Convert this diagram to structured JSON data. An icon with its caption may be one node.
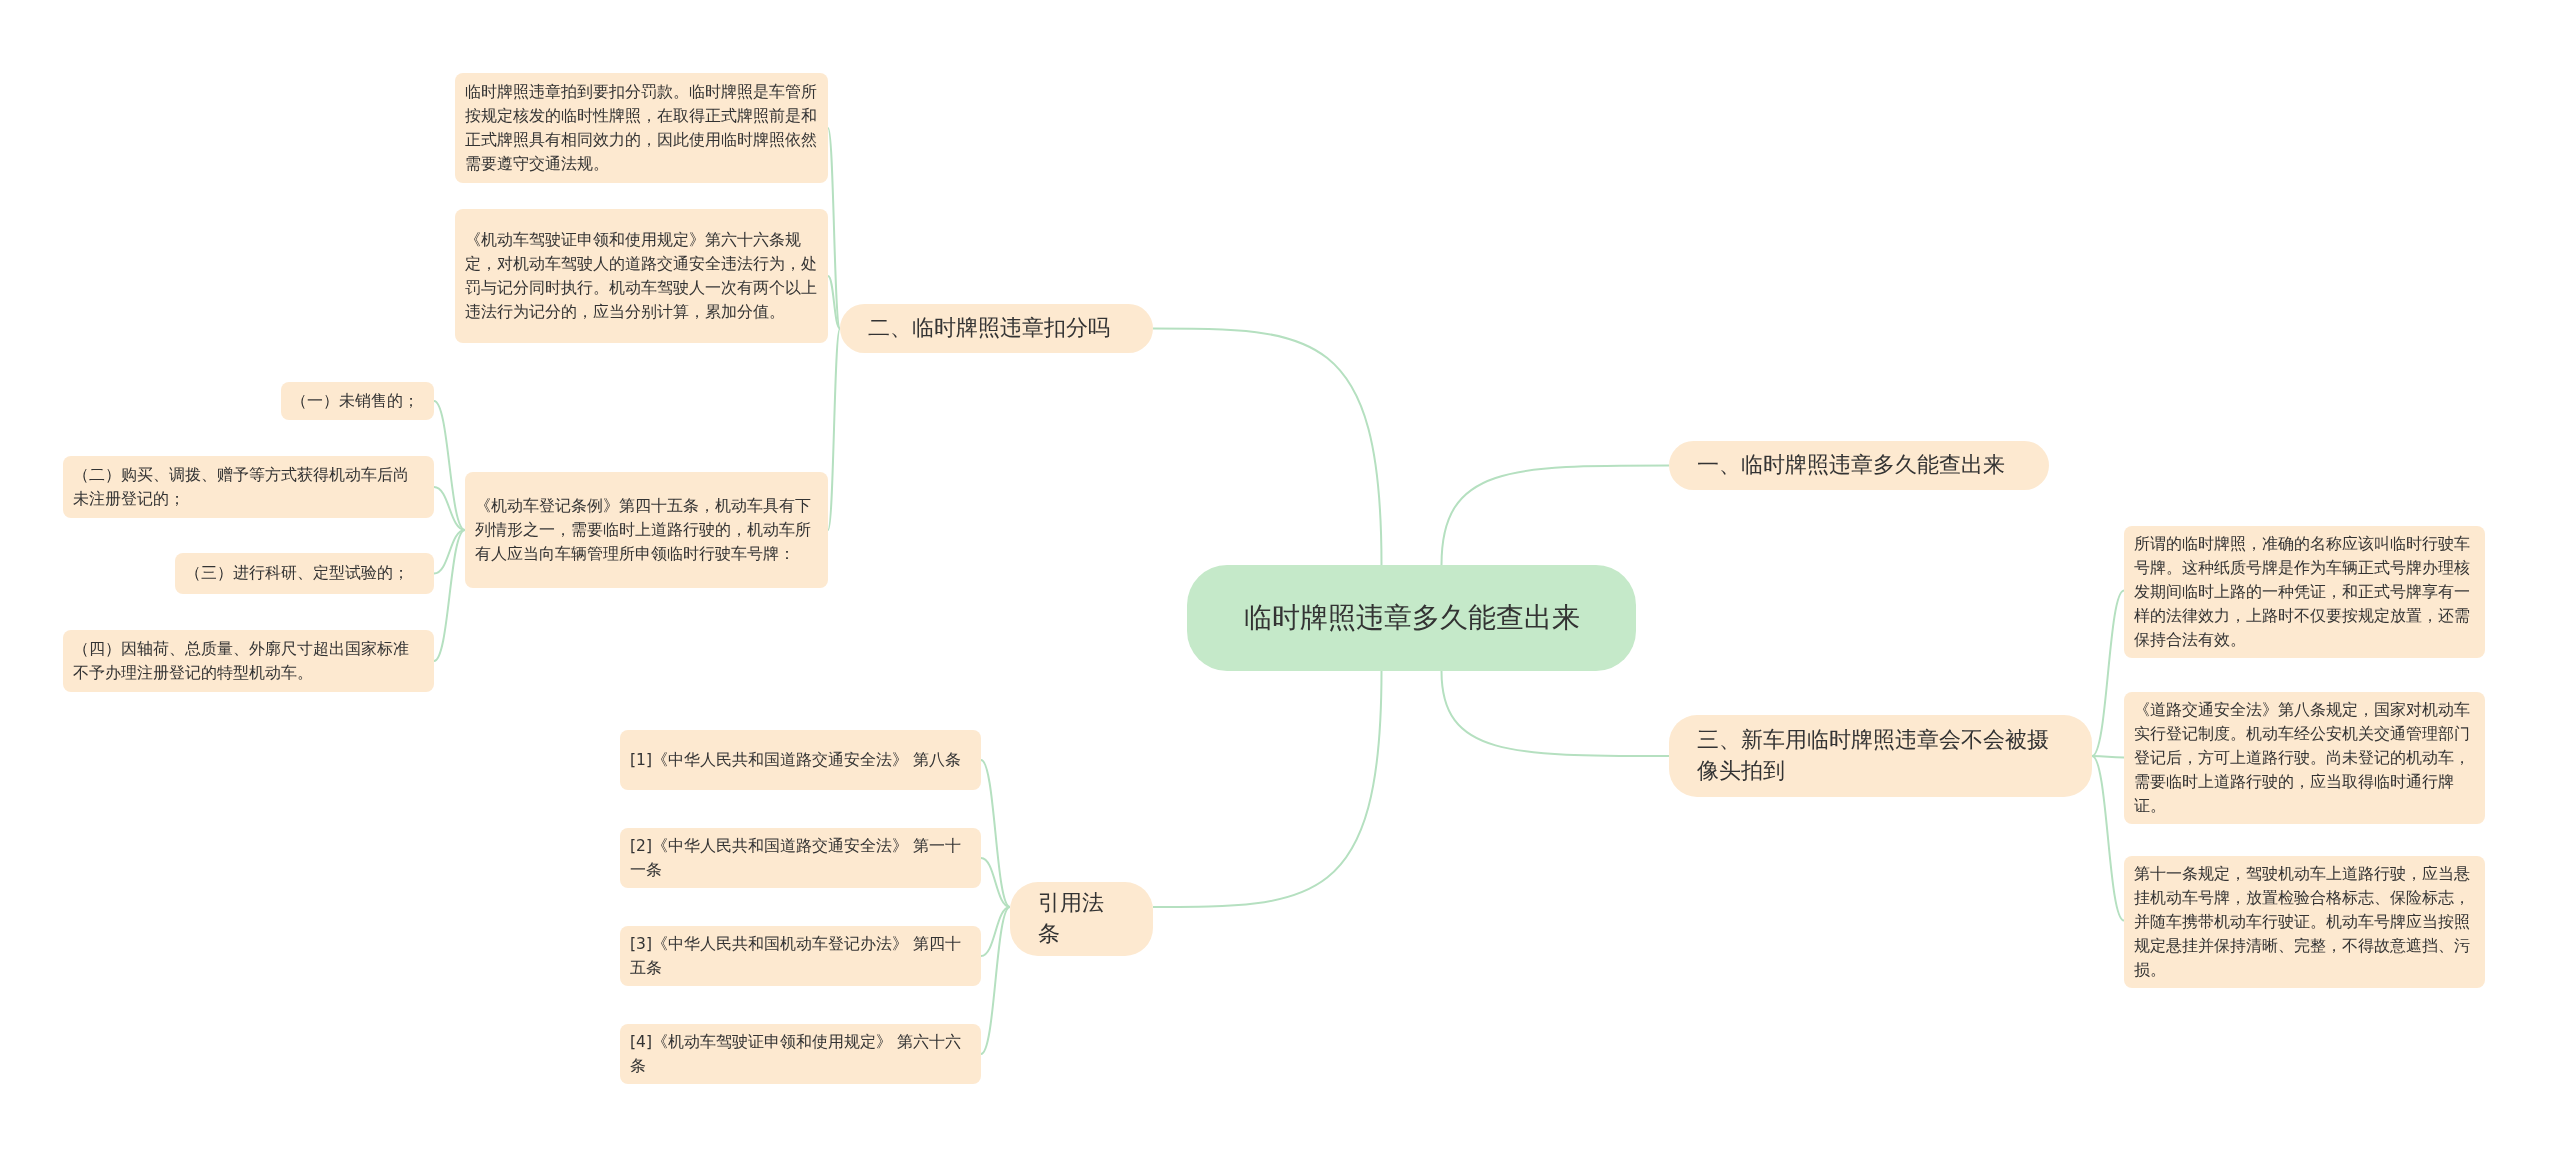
{
  "diagram": {
    "nodes": [
      {
        "text": [
          "临时牌照违章多久能查出来"
        ]
      },
      {
        "text": [
          "一、临时牌照违章多久能查出来"
        ]
      },
      {
        "text": [
          "二、临时牌照违章扣分吗"
        ]
      },
      {
        "text": [
          "临时牌照违章拍到要扣分罚款。临时牌照是车管所按规定核发的临时性牌照，在取得正式牌照前是和正式牌照具有相同效力的，因此使用临时牌照依然需要遵守交通法规。"
        ]
      },
      {
        "text": [
          "《机动车驾驶证申领和使用规定》第六十六条规定，对机动车驾驶人的道路交通安全违法行为，处罚与记分同时执行。机动车驾驶人一次有两个以上违法行为记分的，应当分别计算，累加分值。"
        ]
      },
      {
        "text": [
          "《机动车登记条例》第四十五条，机动车具有下列情形之一，需要临时上道路行驶的，机动车所有人应当向车辆管理所申领临时行驶车号牌："
        ]
      },
      {
        "text": [
          "（一）未销售的；"
        ]
      },
      {
        "text": [
          "（二）购买、调拨、赠予等方式获得机动车后尚未注册登记的；"
        ]
      },
      {
        "text": [
          "（三）进行科研、定型试验的；"
        ]
      },
      {
        "text": [
          "（四）因轴荷、总质量、外廓尺寸超出国家标准不予办理注册登记的特型机动车。"
        ]
      },
      {
        "text": [
          "三、新车用临时牌照违章会不会被摄像头拍到"
        ]
      },
      {
        "text": [
          "所谓的临时牌照，准确的名称应该叫临时行驶车号牌。这种纸质号牌是作为车辆正式号牌办理核发期间临时上路的一种凭证，和正式号牌享有一样的法律效力，上路时不仅要按规定放置，还需保持合法有效。"
        ]
      },
      {
        "text": [
          "《道路交通安全法》第八条规定，国家对机动车实行登记制度。机动车经公安机关交通管理部门登记后，方可上道路行驶。尚未登记的机动车，需要临时上道路行驶的，应当取得临时通行牌证。"
        ]
      },
      {
        "text": [
          "第十一条规定，驾驶机动车上道路行驶，应当悬挂机动车号牌，放置检验合格标志、保险标志，并随车携带机动车行驶证。机动车号牌应当按照规定悬挂并保持清晰、完整，不得故意遮挡、污损。"
        ]
      },
      {
        "text": [
          "引用法条"
        ]
      },
      {
        "text": [
          "[1]《中华人民共和国道路交通安全法》 第八条"
        ]
      },
      {
        "text": [
          "[2]《中华人民共和国道路交通安全法》 第一十一条"
        ]
      },
      {
        "text": [
          "[3]《中华人民共和国机动车登记办法》 第四十五条"
        ]
      },
      {
        "text": [
          "[4]《机动车驾驶证申领和使用规定》 第六十六条"
        ]
      }
    ],
    "edges": [
      {
        "from": 0,
        "to": 1,
        "arrow": "none"
      },
      {
        "from": 0,
        "to": 2,
        "arrow": "none"
      },
      {
        "from": 2,
        "to": 3,
        "arrow": "none"
      },
      {
        "from": 2,
        "to": 4,
        "arrow": "none"
      },
      {
        "from": 2,
        "to": 5,
        "arrow": "none"
      },
      {
        "from": 5,
        "to": 6,
        "arrow": "none"
      },
      {
        "from": 5,
        "to": 7,
        "arrow": "none"
      },
      {
        "from": 5,
        "to": 8,
        "arrow": "none"
      },
      {
        "from": 5,
        "to": 9,
        "arrow": "none"
      },
      {
        "from": 0,
        "to": 10,
        "arrow": "none"
      },
      {
        "from": 10,
        "to": 11,
        "arrow": "none"
      },
      {
        "from": 10,
        "to": 12,
        "arrow": "none"
      },
      {
        "from": 10,
        "to": 13,
        "arrow": "none"
      },
      {
        "from": 0,
        "to": 14,
        "arrow": "none"
      },
      {
        "from": 14,
        "to": 15,
        "arrow": "none"
      },
      {
        "from": 14,
        "to": 16,
        "arrow": "none"
      },
      {
        "from": 14,
        "to": 17,
        "arrow": "none"
      },
      {
        "from": 14,
        "to": 18,
        "arrow": "none"
      }
    ]
  }
}
